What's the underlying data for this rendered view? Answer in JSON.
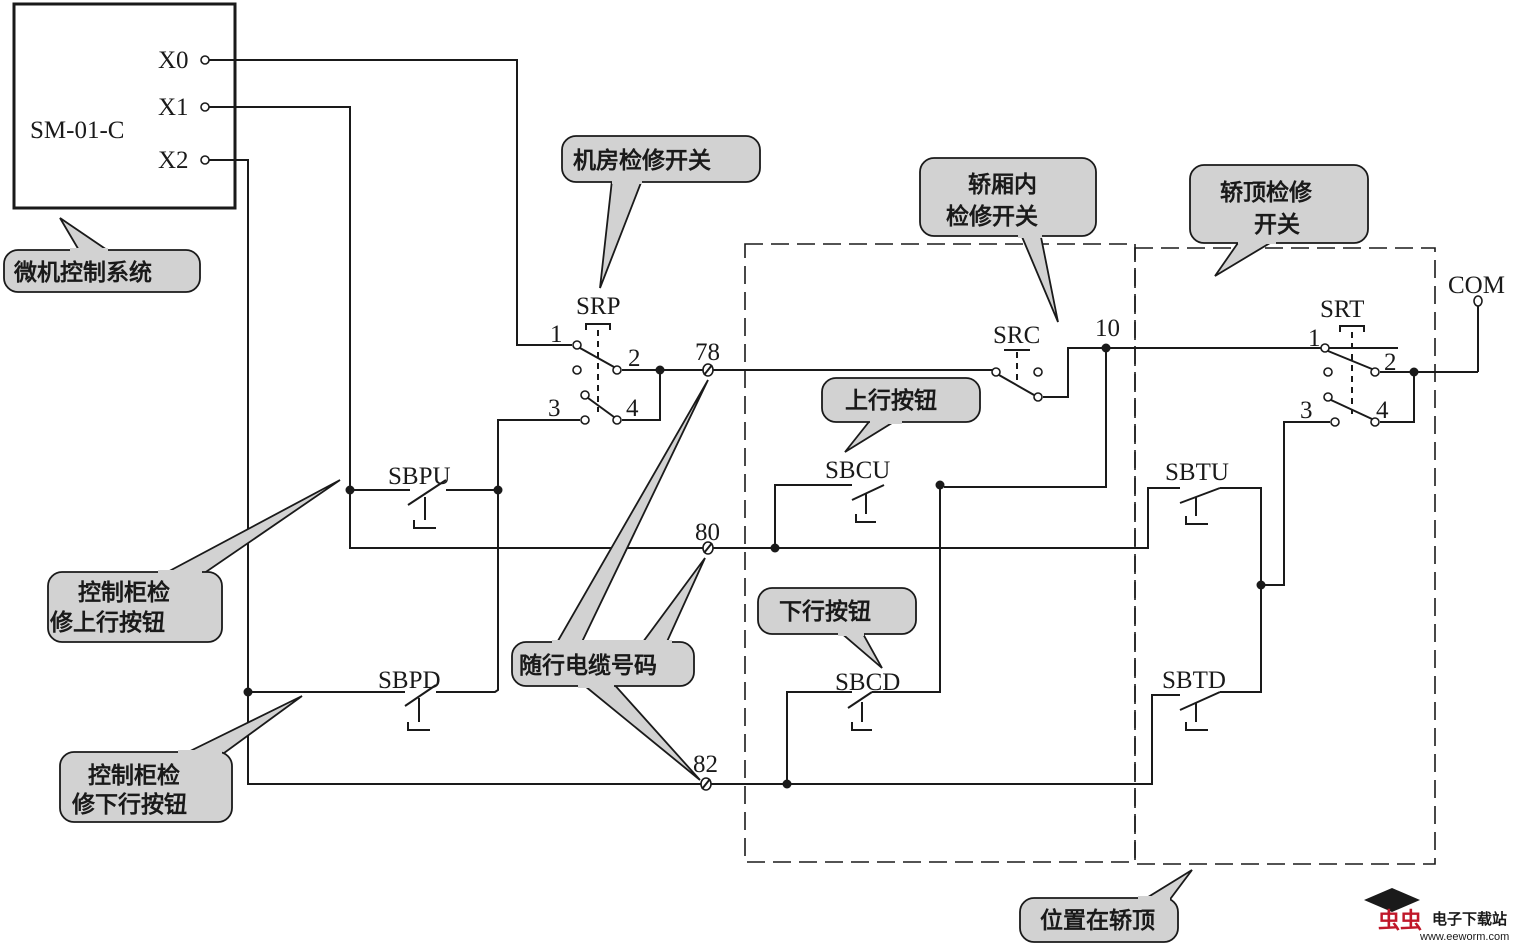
{
  "controller": {
    "model": "SM-01-C",
    "inputs": [
      "X0",
      "X1",
      "X2"
    ]
  },
  "switches": {
    "srp": "SRP",
    "src": "SRC",
    "srt": "SRT",
    "sbpu": "SBPU",
    "sbpd": "SBPD",
    "sbcu": "SBCU",
    "sbcd": "SBCD",
    "sbtu": "SBTU",
    "sbtd": "SBTD"
  },
  "terminals": {
    "com": "COM",
    "t10": "10",
    "t78": "78",
    "t80": "80",
    "t82": "82"
  },
  "contact_numbers": [
    "1",
    "2",
    "3",
    "4"
  ],
  "callouts": {
    "micro_control": [
      "微机控制系统"
    ],
    "machine_room_switch": [
      "机房检修开关"
    ],
    "car_inside_switch": [
      "轿厢内",
      "检修开关"
    ],
    "car_top_switch": [
      "轿顶检修",
      "开关"
    ],
    "up_button": [
      "上行按钮"
    ],
    "down_button": [
      "下行按钮"
    ],
    "cabinet_up_button": [
      "控制柜检",
      "修上行按钮"
    ],
    "cabinet_down_button": [
      "控制柜检",
      "修下行按钮"
    ],
    "cable_numbers": [
      "随行电缆号码"
    ],
    "located_on_car_top": [
      "位置在轿顶"
    ]
  },
  "watermark": {
    "brand": "虫虫",
    "title": "电子下载站",
    "url": "www.eeworm.com"
  },
  "colors": {
    "ink": "#1a1a1a",
    "callout_fill": "#d2d2d2",
    "watermark_red": "#c0182a"
  }
}
